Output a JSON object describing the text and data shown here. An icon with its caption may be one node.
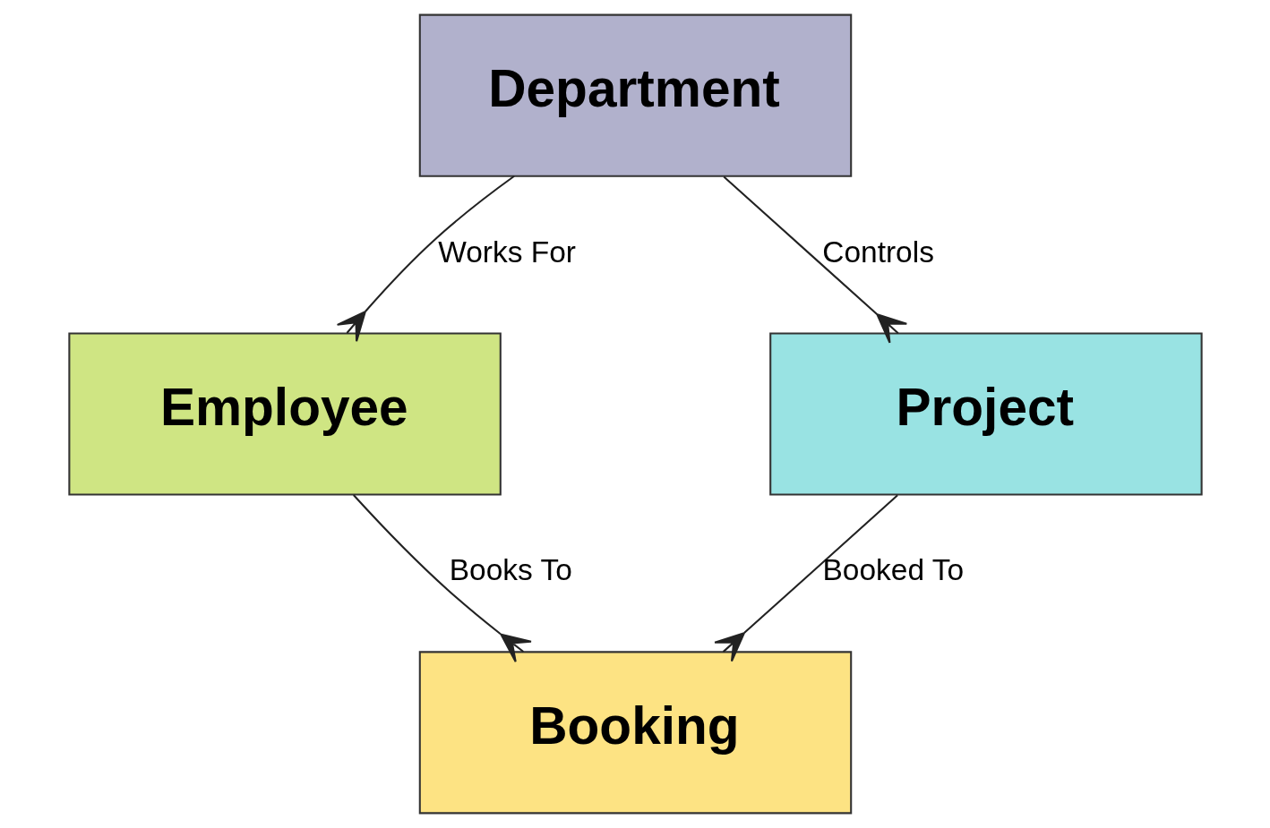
{
  "diagram": {
    "nodes": [
      {
        "text": [
          "Employee"
        ]
      },
      {
        "text": [
          "Department"
        ]
      },
      {
        "text": [
          "Booking"
        ]
      },
      {
        "text": [
          "Project"
        ]
      }
    ],
    "edges": [
      {
        "from": 1,
        "to": 0,
        "arrow": "other",
        "label": "Works For"
      },
      {
        "from": 0,
        "to": 2,
        "arrow": "other",
        "label": "Books To"
      },
      {
        "from": 1,
        "to": 3,
        "arrow": "other",
        "label": "Controls"
      },
      {
        "from": 3,
        "to": 2,
        "arrow": "other",
        "label": "Booked To"
      }
    ]
  }
}
